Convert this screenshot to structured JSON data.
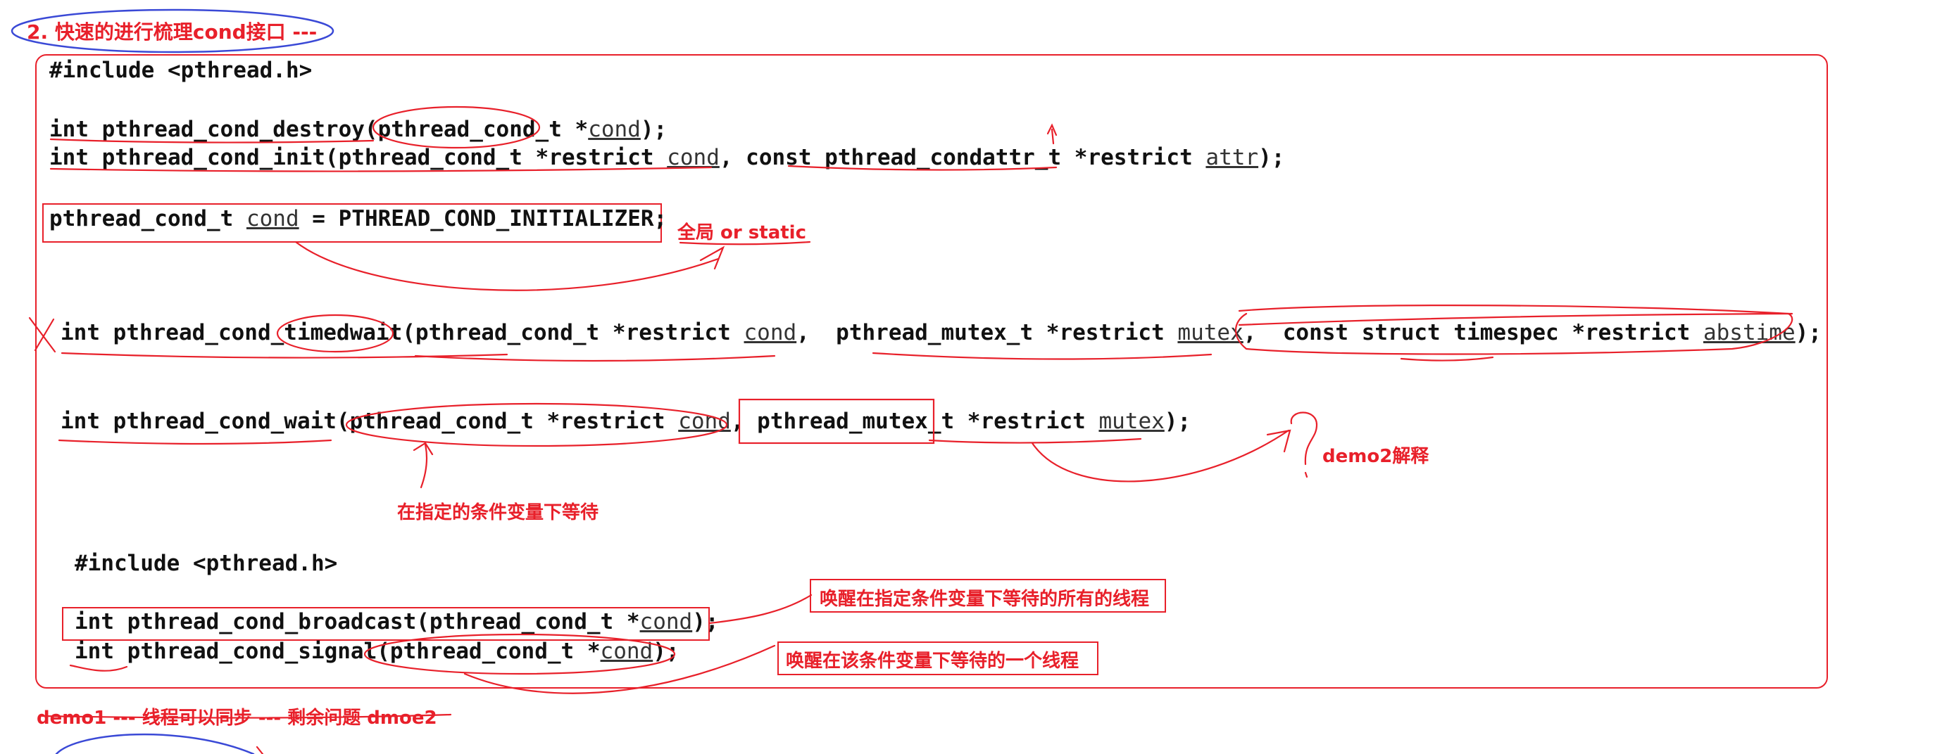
{
  "heading": "2. 快速的进行梳理cond接口 ---",
  "include_top": "#include <pthread.h>",
  "destroy": {
    "pre": "int pthread_cond_destroy(pthread_cond_t *",
    "param": "cond",
    "post": ");"
  },
  "init": {
    "pre": "int pthread_cond_init(pthread_cond_t *restrict ",
    "param1": "cond",
    "mid": ", const pthread_condattr_t *restrict ",
    "param2": "attr",
    "post": ");"
  },
  "static_init": {
    "pre": "pthread_cond_t ",
    "param": "cond",
    "post": " = PTHREAD_COND_INITIALIZER;"
  },
  "note_global": "全局  or  static",
  "timedwait": {
    "pre": "int pthread_cond_timedwait(pthread_cond_t *restrict ",
    "p1": "cond",
    "m1": ",  pthread_mutex_t *restrict ",
    "p2": "mutex",
    "m2": ",  const struct timespec *restrict ",
    "p3": "abstime",
    "post": ");"
  },
  "wait": {
    "pre": "int pthread_cond_wait(pthread_cond_t *restrict ",
    "p1": "cond",
    "m1": ", pthread_mutex_t *restrict ",
    "p2": "mutex",
    "post": ");"
  },
  "note_wait": "在指定的条件变量下等待",
  "note_demo2": "demo2解释",
  "include_bottom": "#include <pthread.h>",
  "broadcast": {
    "pre": "int pthread_cond_broadcast(pthread_cond_t *",
    "param": "cond",
    "post": ");"
  },
  "signal": {
    "pre": "int pthread_cond_signal(pthread_cond_t *",
    "param": "cond",
    "post": ");"
  },
  "note_broadcast": "唤醒在指定条件变量下等待的所有的线程",
  "note_signal": "唤醒在该条件变量下等待的一个线程",
  "footer": "demo1 --- 线程可以同步 --- 剩余问题 dmoe2",
  "colors": {
    "ink": "#e8202a",
    "pen": "#3a49d6",
    "text": "#111111"
  }
}
